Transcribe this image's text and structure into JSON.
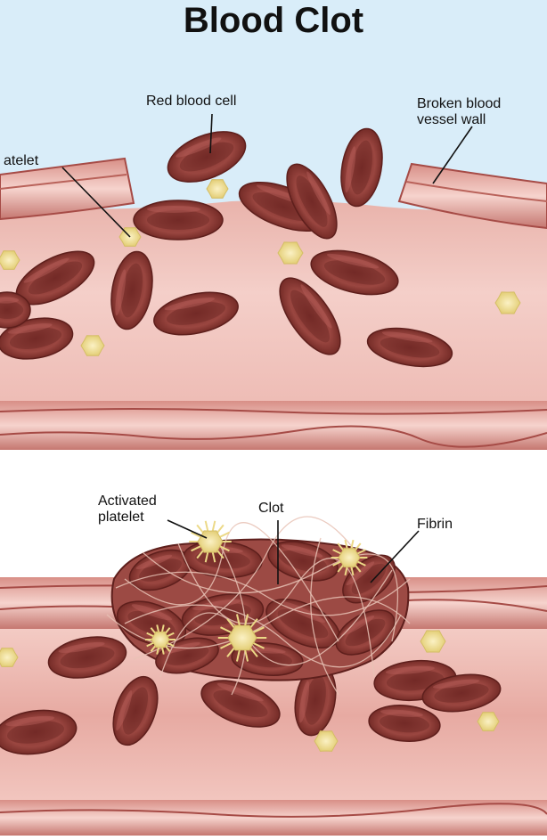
{
  "title": "Blood Clot",
  "colors": {
    "sky": "#d8ecf8",
    "vessel_light": "#f2c6c0",
    "vessel_mid": "#e3a39a",
    "vessel_dark": "#b45f58",
    "wall_line": "#a64b46",
    "rbc": "#8e3a35",
    "rbc_dark": "#5e1f1c",
    "rbc_light": "#b9605a",
    "platelet": "#ecd987",
    "platelet_center": "#f6ecb9",
    "fibrin": "#e8c2b5"
  },
  "top_panel": {
    "labels": {
      "red_blood_cell": "Red blood cell",
      "broken_wall_line1": "Broken blood",
      "broken_wall_line2": "vessel wall",
      "platelet": "atelet"
    }
  },
  "bottom_panel": {
    "labels": {
      "activated_line1": "Activated",
      "activated_line2": "platelet",
      "clot": "Clot",
      "fibrin": "Fibrin"
    }
  }
}
